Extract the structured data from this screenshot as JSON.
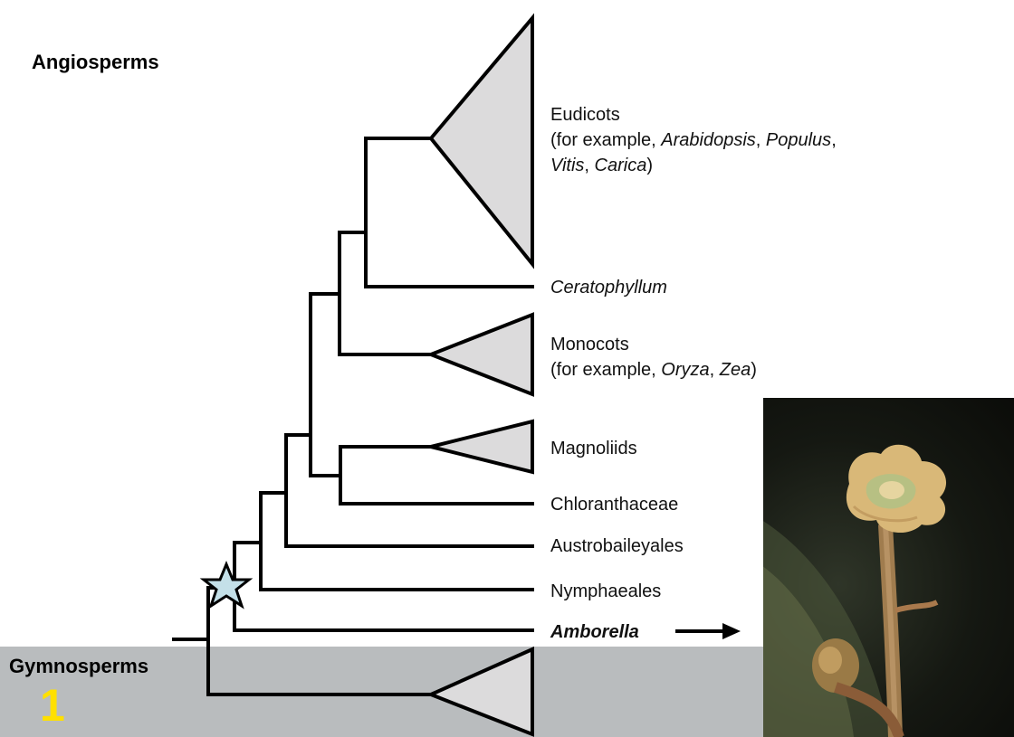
{
  "groups": {
    "angiosperms": "Angiosperms",
    "gymnosperms": "Gymnosperms"
  },
  "badge_number": "1",
  "taxa": {
    "eudicots": {
      "name": "Eudicots",
      "example_prefix": "(for example, ",
      "genus1": "Arabidopsis",
      "sep1": ", ",
      "genus2": "Populus",
      "sep2": ",",
      "genus3": "Vitis",
      "sep3": ", ",
      "genus4": "Carica",
      "suffix": ")"
    },
    "ceratophyllum": "Ceratophyllum",
    "monocots": {
      "name": "Monocots",
      "example_prefix": "(for example, ",
      "genus1": "Oryza",
      "sep1": ", ",
      "genus2": "Zea",
      "suffix": ")"
    },
    "magnoliids": "Magnoliids",
    "chloranthaceae": "Chloranthaceae",
    "austrobaileyales": "Austrobaileyales",
    "nymphaeales": "Nymphaeales",
    "amborella": "Amborella"
  },
  "colors": {
    "gymnosperm_band": "#b9bcbe",
    "clade_fill": "#dcdbdc",
    "branch": "#000000",
    "star_fill": "#c4e0e8",
    "badge_number": "#ffe000"
  },
  "icons": {
    "ancestor_marker": "star-icon",
    "pointer": "arrow-right-icon"
  }
}
